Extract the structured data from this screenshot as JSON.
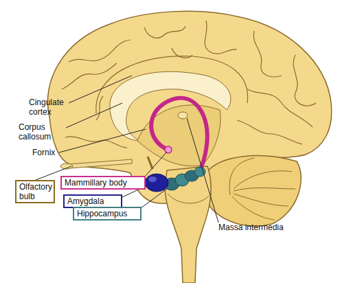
{
  "diagram": {
    "nodes": [
      {
        "text": [
          "Mammillary body"
        ]
      },
      {
        "text": [
          "Olfactory bulb"
        ]
      },
      {
        "text": [
          "Amygdala"
        ]
      },
      {
        "text": [
          "Hippocampus"
        ]
      }
    ],
    "labels": [
      "Cingulate cortex",
      "Corpus callosum",
      "Fornix",
      "Massa intermedia"
    ]
  }
}
